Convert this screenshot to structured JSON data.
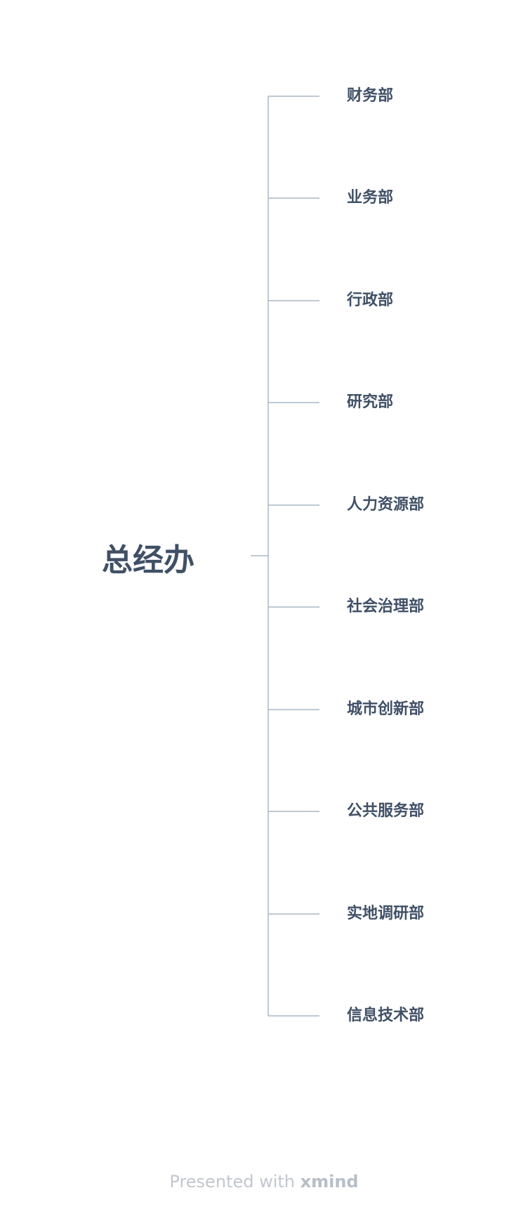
{
  "root": {
    "label": "总经办"
  },
  "branches": [
    {
      "label": "财务部"
    },
    {
      "label": "业务部"
    },
    {
      "label": "行政部"
    },
    {
      "label": "研究部"
    },
    {
      "label": "人力资源部"
    },
    {
      "label": "社会治理部"
    },
    {
      "label": "城市创新部"
    },
    {
      "label": "公共服务部"
    },
    {
      "label": "实地调研部"
    },
    {
      "label": "信息技术部"
    }
  ],
  "footer": {
    "prefix": "Presented with",
    "brand": "xmind"
  },
  "colors": {
    "topic_text": "#3f5067",
    "connector": "#a9b7c6",
    "footer_text": "#c2c7ce"
  }
}
